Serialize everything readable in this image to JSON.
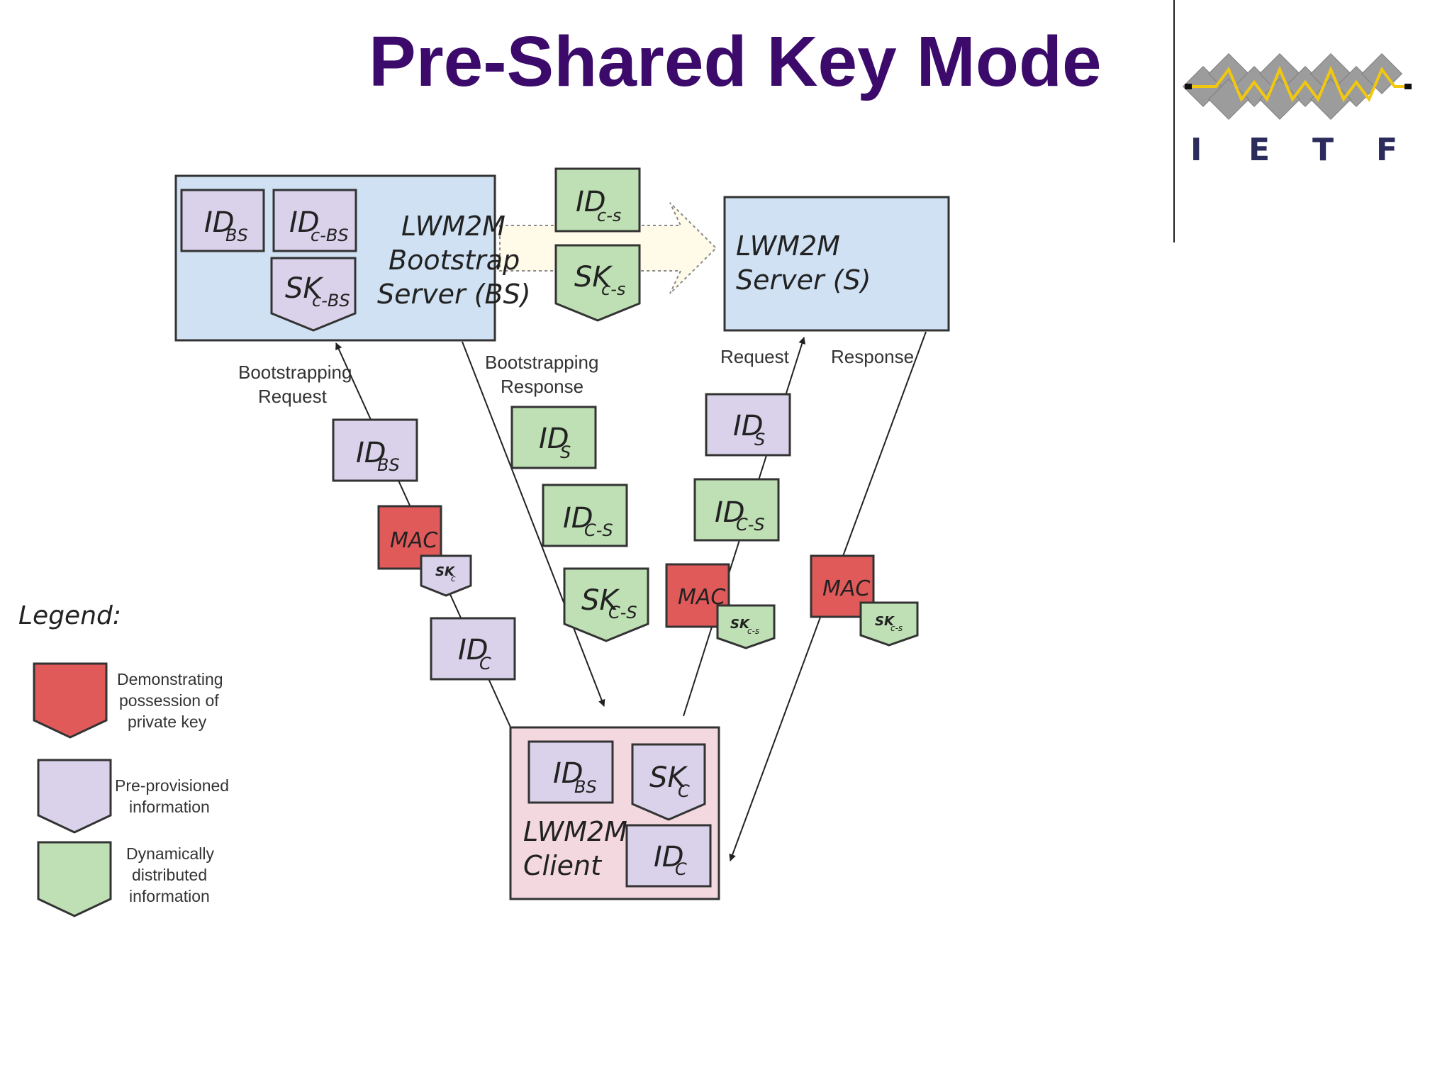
{
  "title": "Pre-Shared Key Mode",
  "logo": {
    "letters": [
      "I",
      "E",
      "T",
      "F"
    ]
  },
  "colors": {
    "title": "#3b0a6b",
    "server_fill": "#cfe1f3",
    "client_fill": "#f3d8e0",
    "pre_provisioned": "#d9d2ea",
    "dynamic": "#bfe0b4",
    "mac": "#e15a5a"
  },
  "diagram": {
    "bootstrap_server": {
      "line1": "LWM2M",
      "line2": "Bootstrap",
      "line3": "Server (BS)"
    },
    "server": {
      "line1": "LWM2M",
      "line2": "Server (S)"
    },
    "client": {
      "line1": "LWM2M",
      "line2": "Client"
    },
    "labels": {
      "bootstrapping_request_1": "Bootstrapping",
      "bootstrapping_request_2": "Request",
      "bootstrapping_response_1": "Bootstrapping",
      "bootstrapping_response_2": "Response",
      "request": "Request",
      "response": "Response"
    },
    "tokens": {
      "id": "ID",
      "sk": "SK",
      "mac": "MAC",
      "sub_bs": "BS",
      "sub_cbs": "c-BS",
      "sub_cs": "c-s",
      "sub_CS": "C-S",
      "sub_s": "S",
      "sub_c": "C",
      "sub_c_small": "c"
    }
  },
  "legend": {
    "title": "Legend:",
    "items": [
      {
        "line1": "Demonstrating",
        "line2": "possession of",
        "line3": "private key",
        "color": "#e15a5a"
      },
      {
        "line1": "Pre-provisioned",
        "line2": "information",
        "color": "#d9d2ea"
      },
      {
        "line1": "Dynamically",
        "line2": "distributed",
        "line3": "information",
        "color": "#bfe0b4"
      }
    ]
  }
}
